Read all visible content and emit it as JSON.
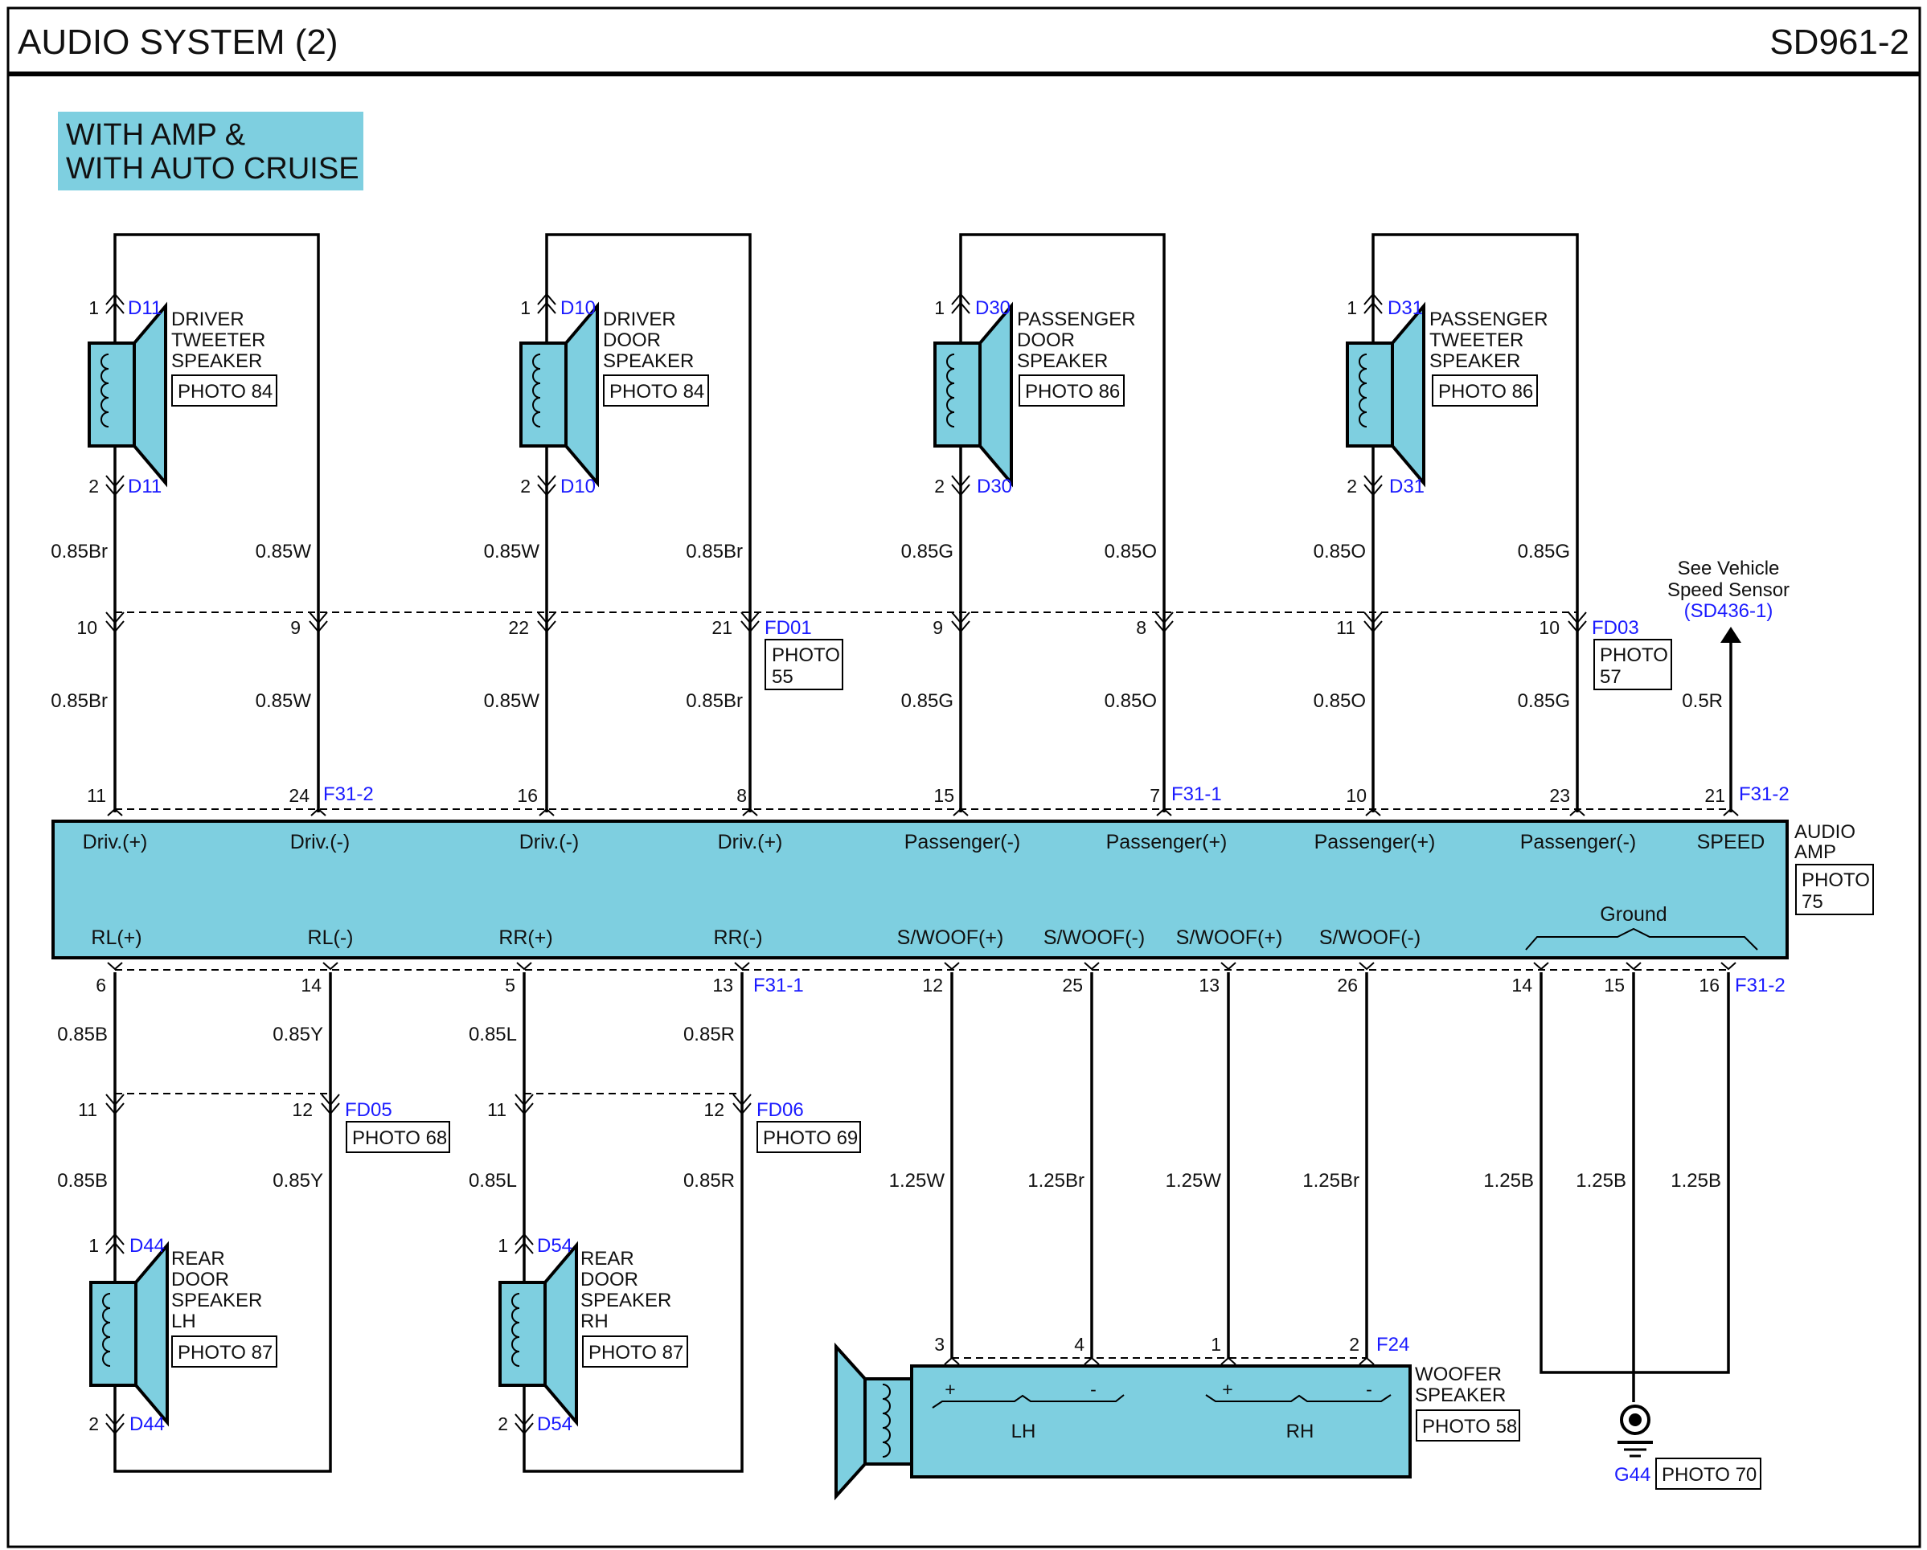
{
  "header": {
    "title": "AUDIO SYSTEM (2)",
    "code": "SD961-2"
  },
  "condition": {
    "line1": "WITH AMP &",
    "line2": "WITH AUTO CRUISE"
  },
  "photo_prefix": "PHOTO",
  "speakers": [
    {
      "name_lines": [
        "DRIVER",
        "TWEETER",
        "SPEAKER"
      ],
      "connector": "D11",
      "pin1": "1",
      "pin2": "2",
      "photo": "PHOTO 84",
      "left": {
        "upper_wire": "0.85Br",
        "junction_pin": "10",
        "lower_wire": "0.85Br",
        "amp_pin": "11",
        "amp_term": "Driv.(+)"
      },
      "right": {
        "upper_wire": "0.85W",
        "junction_pin": "9",
        "lower_wire": "0.85W",
        "amp_pin": "24",
        "amp_term": "Driv.(-)"
      }
    },
    {
      "name_lines": [
        "DRIVER",
        "DOOR",
        "SPEAKER"
      ],
      "connector": "D10",
      "pin1": "1",
      "pin2": "2",
      "photo": "PHOTO 84",
      "left": {
        "upper_wire": "0.85W",
        "junction_pin": "22",
        "lower_wire": "0.85W",
        "amp_pin": "16",
        "amp_term": "Driv.(-)"
      },
      "right": {
        "upper_wire": "0.85Br",
        "junction_pin": "21",
        "lower_wire": "0.85Br",
        "amp_pin": "8",
        "amp_term": "Driv.(+)"
      }
    },
    {
      "name_lines": [
        "PASSENGER",
        "DOOR",
        "SPEAKER"
      ],
      "connector": "D30",
      "pin1": "1",
      "pin2": "2",
      "photo": "PHOTO 86",
      "left": {
        "upper_wire": "0.85G",
        "junction_pin": "9",
        "lower_wire": "0.85G",
        "amp_pin": "15",
        "amp_term": "Passenger(-)"
      },
      "right": {
        "upper_wire": "0.85O",
        "junction_pin": "8",
        "lower_wire": "0.85O",
        "amp_pin": "7",
        "amp_term": "Passenger(+)"
      }
    },
    {
      "name_lines": [
        "PASSENGER",
        "TWEETER",
        "SPEAKER"
      ],
      "connector": "D31",
      "pin1": "1",
      "pin2": "2",
      "photo": "PHOTO 86",
      "left": {
        "upper_wire": "0.85O",
        "junction_pin": "11",
        "lower_wire": "0.85O",
        "amp_pin": "10",
        "amp_term": "Passenger(+)"
      },
      "right": {
        "upper_wire": "0.85G",
        "junction_pin": "10",
        "lower_wire": "0.85G",
        "amp_pin": "23",
        "amp_term": "Passenger(-)"
      }
    }
  ],
  "upper_joints": [
    {
      "connector": "FD01",
      "photo_num": "55"
    },
    {
      "connector": "FD03",
      "photo_num": "57"
    }
  ],
  "speed": {
    "note1": "See Vehicle",
    "note2": "Speed Sensor",
    "ref": "(SD436-1)",
    "wire": "0.5R",
    "amp_pin": "21",
    "amp_term": "SPEED"
  },
  "amp": {
    "name1": "AUDIO",
    "name2": "AMP",
    "photo_num": "75",
    "upper_connectors": [
      "F31-2",
      "F31-1",
      "F31-2"
    ],
    "lower_connectors": [
      "F31-1",
      "F31-2"
    ]
  },
  "rear": [
    {
      "name_lines": [
        "REAR",
        "DOOR",
        "SPEAKER",
        "LH"
      ],
      "connector": "D44",
      "pin1": "1",
      "pin2": "2",
      "photo": "PHOTO 87",
      "joint_connector": "FD05",
      "joint_photo": "PHOTO 68",
      "left": {
        "amp_term": "RL(+)",
        "amp_pin": "6",
        "upper_wire": "0.85B",
        "junction_pin": "11",
        "lower_wire": "0.85B"
      },
      "right": {
        "amp_term": "RL(-)",
        "amp_pin": "14",
        "upper_wire": "0.85Y",
        "junction_pin": "12",
        "lower_wire": "0.85Y"
      }
    },
    {
      "name_lines": [
        "REAR",
        "DOOR",
        "SPEAKER",
        "RH"
      ],
      "connector": "D54",
      "pin1": "1",
      "pin2": "2",
      "photo": "PHOTO 87",
      "joint_connector": "FD06",
      "joint_photo": "PHOTO 69",
      "left": {
        "amp_term": "RR(+)",
        "amp_pin": "5",
        "upper_wire": "0.85L",
        "junction_pin": "11",
        "lower_wire": "0.85L"
      },
      "right": {
        "amp_term": "RR(-)",
        "amp_pin": "13",
        "upper_wire": "0.85R",
        "junction_pin": "12",
        "lower_wire": "0.85R"
      }
    }
  ],
  "woofer": {
    "name1": "WOOFER",
    "name2": "SPEAKER",
    "photo": "PHOTO 58",
    "connector": "F24",
    "lh": "LH",
    "rh": "RH",
    "plus": "+",
    "minus": "-",
    "wires": [
      {
        "amp_term": "S/WOOF(+)",
        "amp_pin": "12",
        "wire": "1.25W",
        "pin": "3"
      },
      {
        "amp_term": "S/WOOF(-)",
        "amp_pin": "25",
        "wire": "1.25Br",
        "pin": "4"
      },
      {
        "amp_term": "S/WOOF(+)",
        "amp_pin": "13",
        "wire": "1.25W",
        "pin": "1"
      },
      {
        "amp_term": "S/WOOF(-)",
        "amp_pin": "26",
        "wire": "1.25Br",
        "pin": "2"
      }
    ]
  },
  "ground": {
    "label": "Ground",
    "connector": "G44",
    "photo": "PHOTO 70",
    "pins": [
      "14",
      "15",
      "16"
    ],
    "wires": [
      "1.25B",
      "1.25B",
      "1.25B"
    ]
  },
  "colors": {
    "component_fill": "#7ecfe0",
    "connector_text": "#1a1aff",
    "line": "#000000"
  }
}
